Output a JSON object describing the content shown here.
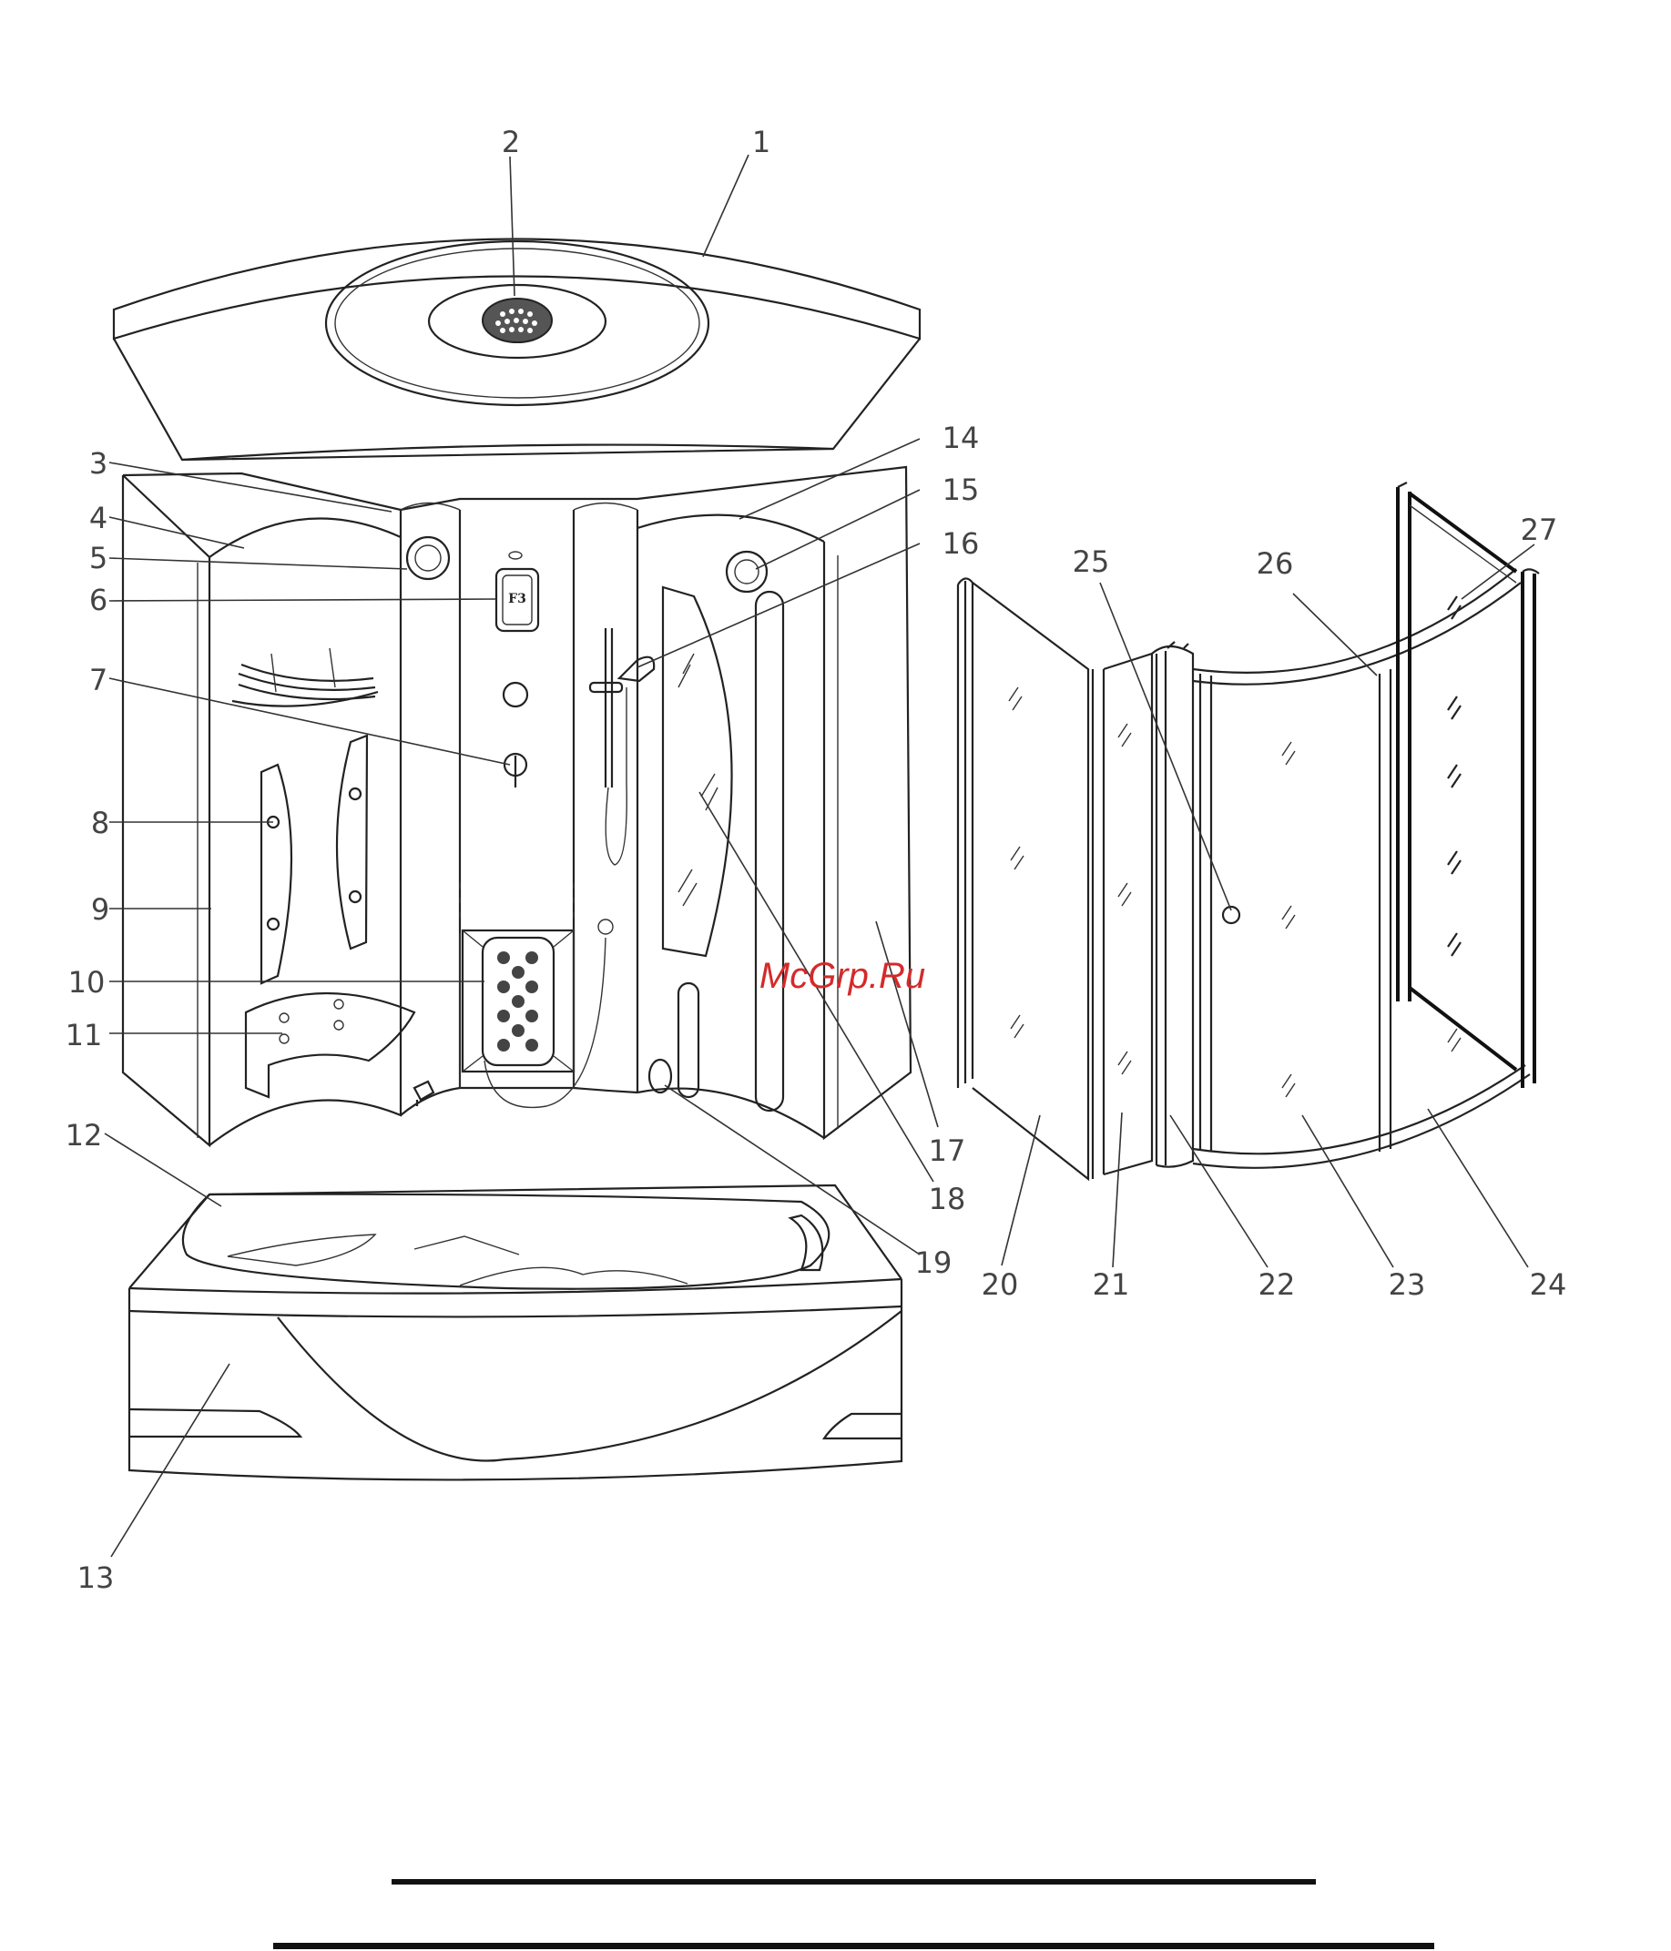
{
  "diagram": {
    "callouts": [
      {
        "id": "1",
        "label": "1"
      },
      {
        "id": "2",
        "label": "2"
      },
      {
        "id": "3",
        "label": "3"
      },
      {
        "id": "4",
        "label": "4"
      },
      {
        "id": "5",
        "label": "5"
      },
      {
        "id": "6",
        "label": "6"
      },
      {
        "id": "7",
        "label": "7"
      },
      {
        "id": "8",
        "label": "8"
      },
      {
        "id": "9",
        "label": "9"
      },
      {
        "id": "10",
        "label": "10"
      },
      {
        "id": "11",
        "label": "11"
      },
      {
        "id": "12",
        "label": "12"
      },
      {
        "id": "13",
        "label": "13"
      },
      {
        "id": "14",
        "label": "14"
      },
      {
        "id": "15",
        "label": "15"
      },
      {
        "id": "16",
        "label": "16"
      },
      {
        "id": "17",
        "label": "17"
      },
      {
        "id": "18",
        "label": "18"
      },
      {
        "id": "19",
        "label": "19"
      },
      {
        "id": "20",
        "label": "20"
      },
      {
        "id": "21",
        "label": "21"
      },
      {
        "id": "22",
        "label": "22"
      },
      {
        "id": "23",
        "label": "23"
      },
      {
        "id": "24",
        "label": "24"
      },
      {
        "id": "25",
        "label": "25"
      },
      {
        "id": "26",
        "label": "26"
      },
      {
        "id": "27",
        "label": "27"
      }
    ],
    "panel_button_text": "F3",
    "watermark": "McGrp.Ru"
  }
}
